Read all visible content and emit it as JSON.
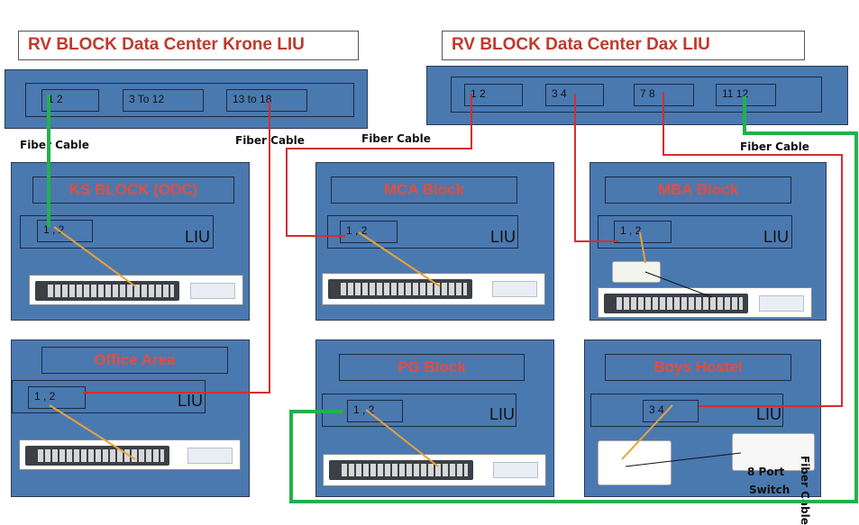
{
  "titles": {
    "krone": "RV BLOCK  Data Center Krone LIU",
    "dax": "RV BLOCK  Data Center Dax LIU"
  },
  "krone_ports": [
    "1   2",
    "3  To 12",
    "13 to 18"
  ],
  "dax_ports": [
    "1      2",
    "3    4",
    "7    8",
    "11  12"
  ],
  "cable_labels": {
    "krone_left": "Fiber Cable",
    "krone_right": "Fiber Cable",
    "dax_left": "Fiber Cable",
    "dax_right": "Fiber Cable",
    "vertical": "Fiber Cable"
  },
  "blocks": {
    "ks": {
      "name": "KS BLOCK (ODC)",
      "port": "1 , 2",
      "liu": "LIU"
    },
    "mca": {
      "name": "MCA Block",
      "port": "1 , 2",
      "liu": "LIU"
    },
    "mba": {
      "name": "MBA Block",
      "port": "1 , 2",
      "liu": "LIU"
    },
    "office": {
      "name": "Office Area",
      "port": "1 , 2",
      "liu": "LIU"
    },
    "pg": {
      "name": "PG Block",
      "port": "1 , 2",
      "liu": "LIU"
    },
    "hostel": {
      "name": "Boys Hostel",
      "port": "3    4",
      "liu": "LIU"
    }
  },
  "switch_label": {
    "line1": "8 Port",
    "line2": "Switch"
  },
  "colors": {
    "green": "#22b14c",
    "red": "#d62d2d",
    "orange": "#e8a33a",
    "block": "#4a79b0"
  }
}
